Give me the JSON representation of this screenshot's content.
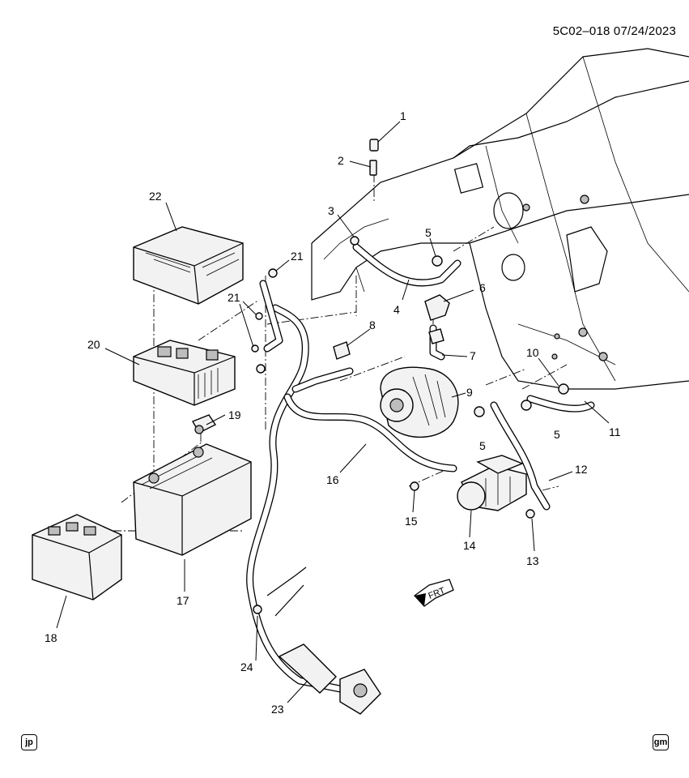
{
  "header": {
    "reference": "5C02–018  07/24/2023"
  },
  "footer": {
    "left_badge": "jp",
    "right_badge": "gm"
  },
  "direction_arrow": {
    "label": "FRT"
  },
  "callouts": [
    {
      "id": "c1",
      "label": "1"
    },
    {
      "id": "c2",
      "label": "2"
    },
    {
      "id": "c3",
      "label": "3"
    },
    {
      "id": "c4",
      "label": "4"
    },
    {
      "id": "c5a",
      "label": "5"
    },
    {
      "id": "c5b",
      "label": "5"
    },
    {
      "id": "c5c",
      "label": "5"
    },
    {
      "id": "c6",
      "label": "6"
    },
    {
      "id": "c7",
      "label": "7"
    },
    {
      "id": "c8",
      "label": "8"
    },
    {
      "id": "c9",
      "label": "9"
    },
    {
      "id": "c10",
      "label": "10"
    },
    {
      "id": "c11",
      "label": "11"
    },
    {
      "id": "c12",
      "label": "12"
    },
    {
      "id": "c13",
      "label": "13"
    },
    {
      "id": "c14",
      "label": "14"
    },
    {
      "id": "c15",
      "label": "15"
    },
    {
      "id": "c16",
      "label": "16"
    },
    {
      "id": "c17",
      "label": "17"
    },
    {
      "id": "c18",
      "label": "18"
    },
    {
      "id": "c19",
      "label": "19"
    },
    {
      "id": "c20",
      "label": "20"
    },
    {
      "id": "c21a",
      "label": "21"
    },
    {
      "id": "c21b",
      "label": "21"
    },
    {
      "id": "c22",
      "label": "22"
    },
    {
      "id": "c23",
      "label": "23"
    },
    {
      "id": "c24",
      "label": "24"
    }
  ]
}
